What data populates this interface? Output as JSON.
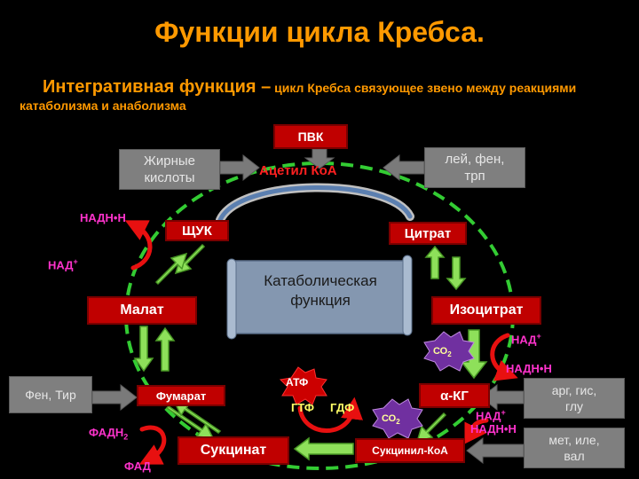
{
  "title": "Функции цикла Кребса.",
  "subtitle": {
    "lead": "Интегративная функция –",
    "rest": "цикл Кребса связующее звено между реакциями катаболизма и анаболизма"
  },
  "center": {
    "line1": "Катаболическая",
    "line2": "функция"
  },
  "nodes": {
    "pvk": "ПВК",
    "acetyl": "Ацетил КоА",
    "fatty_line1": "Жирные",
    "fatty_line2": "кислоты",
    "amino_line1": "лей, фен,",
    "amino_line2": "трп",
    "shuk": "ЩУК",
    "citrate": "Цитрат",
    "malate": "Малат",
    "isocitrate": "Изоцитрат",
    "fumarate": "Фумарат",
    "akg": "α-КГ",
    "succinate": "Сукцинат",
    "succinyl": "Сукцинил-КоА",
    "phen_tyr": "Фен, Тир",
    "arg_line1": "арг, гис,",
    "arg_line2": "глу",
    "met_line1": "мет, иле,",
    "met_line2": "вал"
  },
  "cofactors": {
    "nadh_left": "НАДН•Н",
    "nad_left": "НАД",
    "nad_right": "НАД",
    "nadh_right": "НАДН•Н",
    "nad_right2": "НАД",
    "nadh_right2": "НАДН•Н",
    "fadh2": "ФАДН",
    "fad": "ФАД",
    "atp": "АТФ",
    "gtp": "ГТФ",
    "gdp": "ГДФ",
    "co2": "СО",
    "sub2": "2",
    "sup_plus": "+"
  }
}
